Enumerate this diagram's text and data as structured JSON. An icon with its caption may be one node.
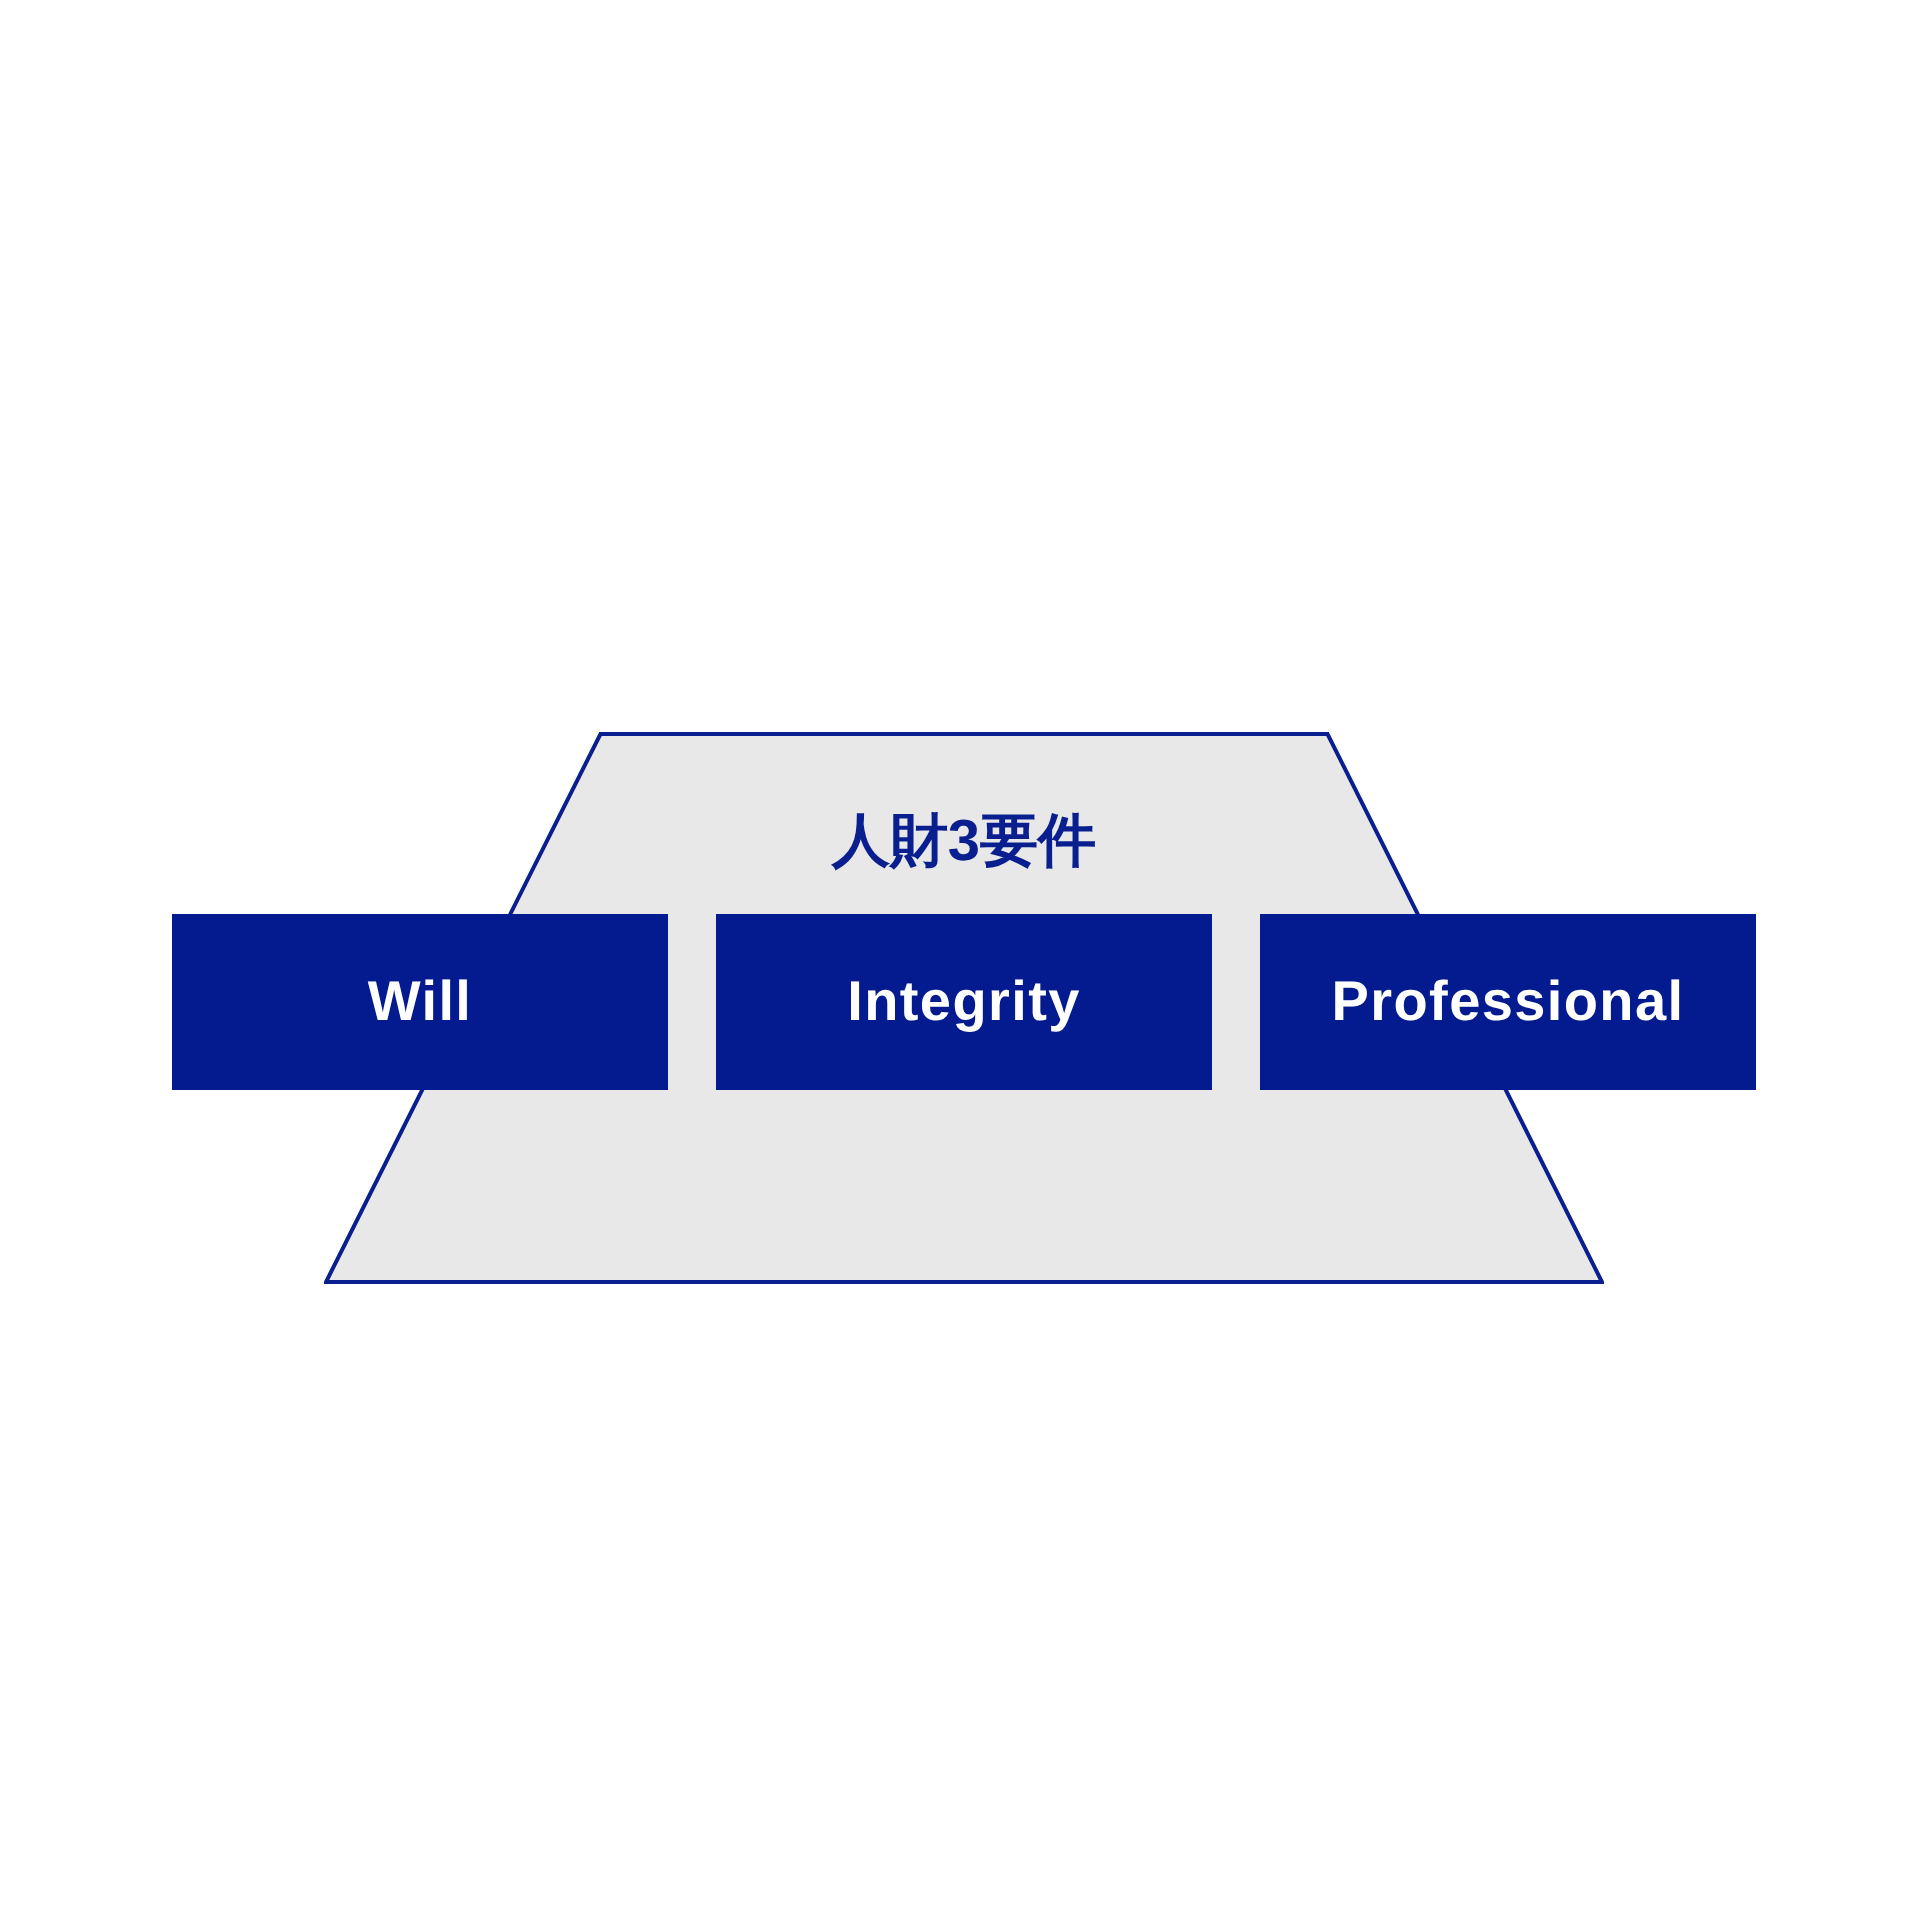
{
  "diagram": {
    "nodes": [
      {
        "text": [
          "人財3要件"
        ]
      },
      {
        "text": [
          "Will"
        ]
      },
      {
        "text": [
          "Integrity"
        ],
        "in": 0
      },
      {
        "text": [
          "Professional"
        ]
      }
    ]
  }
}
